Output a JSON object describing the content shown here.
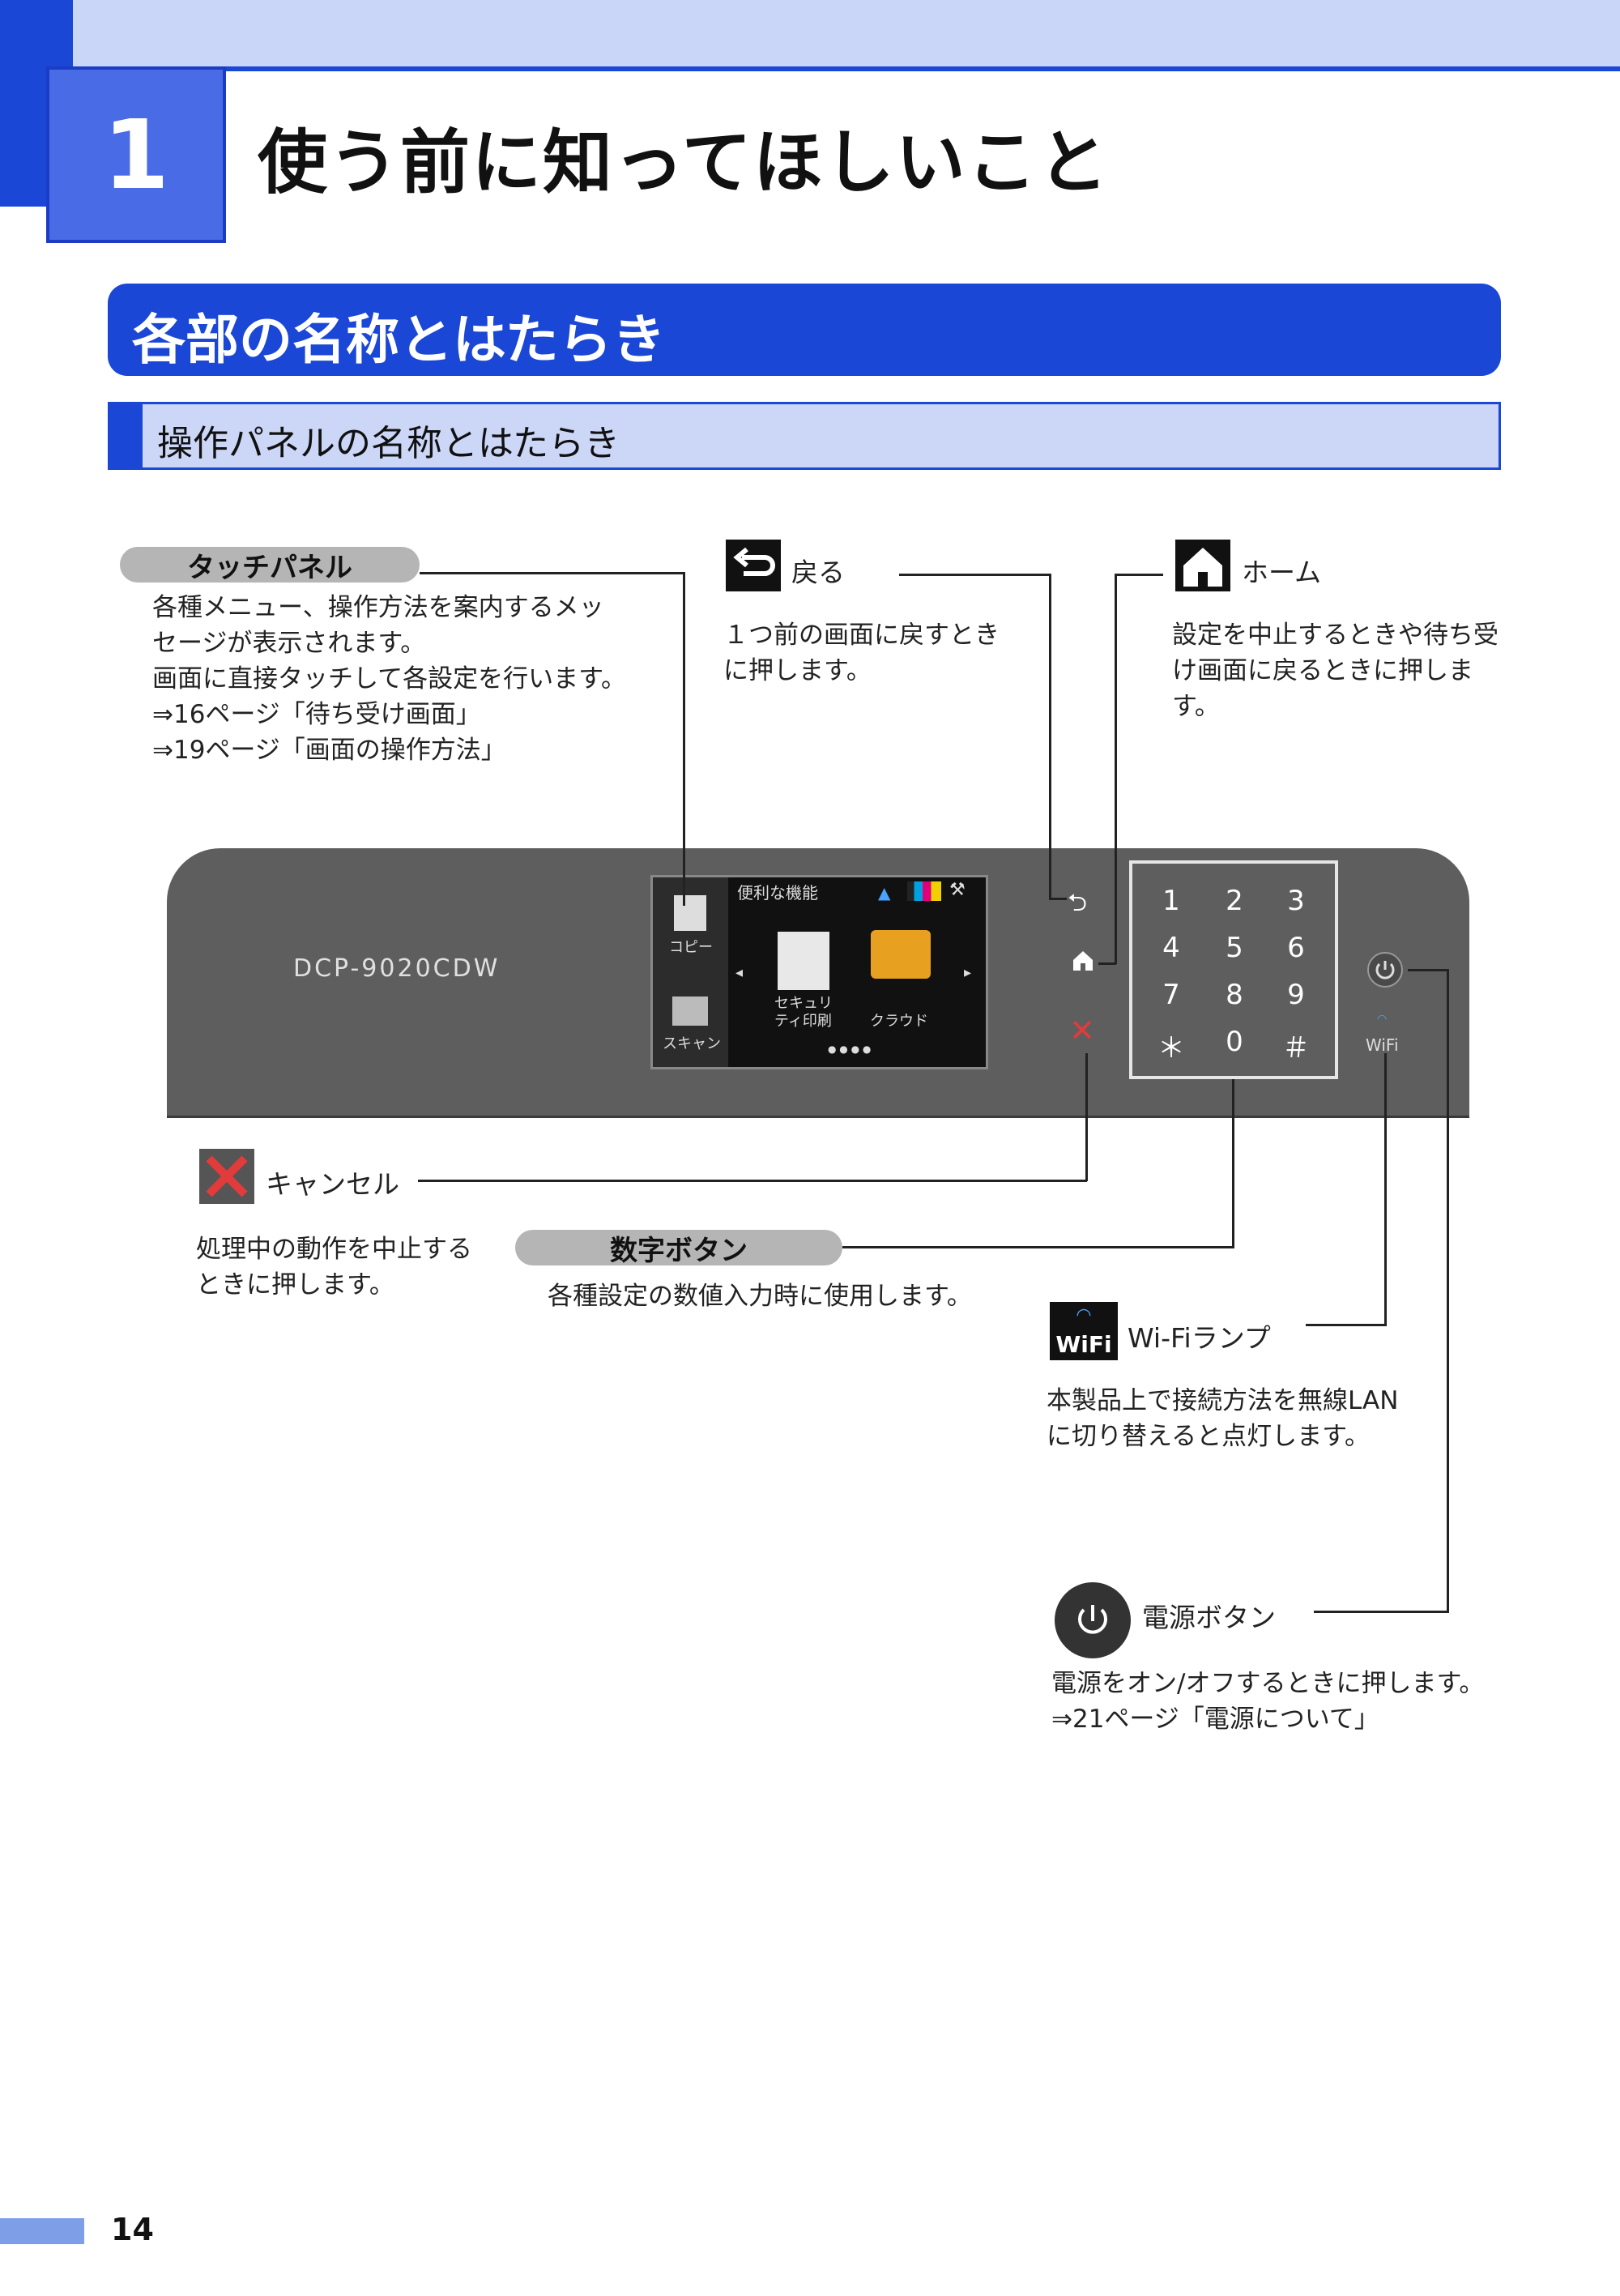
{
  "chapter": {
    "number": "1",
    "title": "使う前に知ってほしいこと"
  },
  "section": {
    "title": "各部の名称とはたらき",
    "subtitle": "操作パネルの名称とはたらき"
  },
  "panel": {
    "model": "DCP-9020CDW",
    "screen": {
      "header": "便利な機能",
      "side_items": [
        "コピー",
        "スキャン"
      ],
      "items": [
        "セキュリ\nティ印刷",
        "クラウド"
      ],
      "dots": "● ● ● ●"
    },
    "keypad": [
      "1",
      "2",
      "3",
      "4",
      "5",
      "6",
      "7",
      "8",
      "9",
      "＊",
      "0",
      "＃"
    ],
    "wifi_label": "WiFi"
  },
  "touch_panel": {
    "label": "タッチパネル",
    "desc": "各種メニュー、操作方法を案内するメッ\nセージが表示されます。\n画面に直接タッチして各設定を行います。\n⇒16ページ「待ち受け画面」\n⇒19ページ「画面の操作方法」"
  },
  "back": {
    "label": "戻る",
    "desc": "１つ前の画面に戻すとき\nに押します。"
  },
  "home": {
    "label": "ホーム",
    "desc": "設定を中止するときや待ち受\nけ画面に戻るときに押しま\nす。"
  },
  "cancel": {
    "label": "キャンセル",
    "desc": "処理中の動作を中止する\nときに押します。"
  },
  "numeric": {
    "label": "数字ボタン",
    "desc": "各種設定の数値入力時に使用します。"
  },
  "wifi": {
    "label": "Wi-Fiランプ",
    "icon_text": "WiFi",
    "desc": "本製品上で接続方法を無線LAN\nに切り替えると点灯します。"
  },
  "power": {
    "label": "電源ボタン",
    "desc": "電源をオン/オフするときに押します。\n⇒21ページ「電源について」"
  },
  "page_number": "14",
  "colors": {
    "accent": "#1a47d6",
    "cancel": "#e23b3b"
  }
}
